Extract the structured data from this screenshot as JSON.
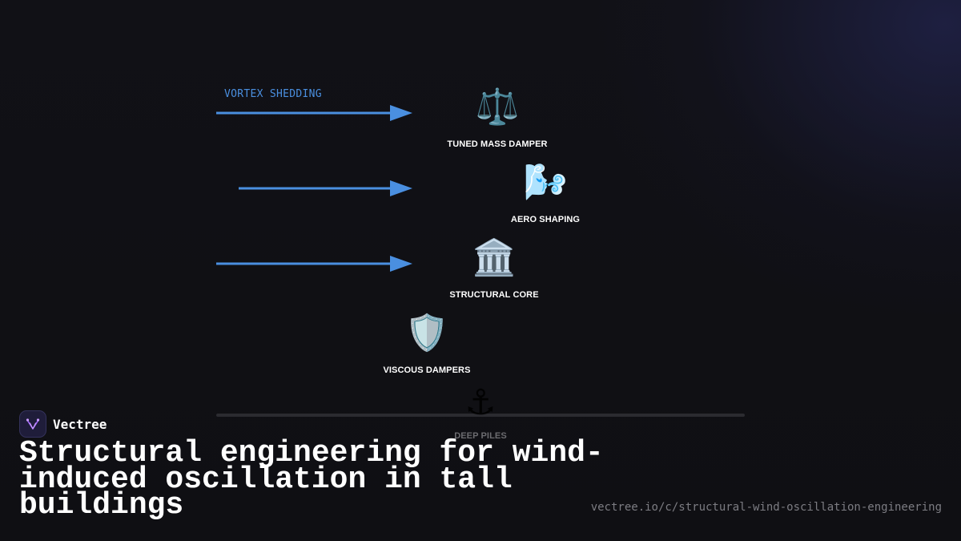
{
  "diagram": {
    "arrow_label": "VORTEX SHEDDING",
    "arrow_color": "#4a8fe0",
    "nodes": [
      {
        "label": "TUNED MASS DAMPER",
        "icon": "⚖️",
        "icon_name": "balance-scale-icon"
      },
      {
        "label": "AERO SHAPING",
        "icon": "🌬️",
        "icon_name": "wind-face-icon"
      },
      {
        "label": "STRUCTURAL CORE",
        "icon": "🏛️",
        "icon_name": "classical-building-icon"
      },
      {
        "label": "VISCOUS DAMPERS",
        "icon": "🛡️",
        "icon_name": "shield-icon"
      },
      {
        "label": "DEEP PILES",
        "icon": "⚓",
        "icon_name": "anchor-icon"
      }
    ]
  },
  "brand": {
    "name": "Vectree",
    "accent": "#a66bff"
  },
  "title": "Structural engineering for wind-induced oscillation in tall buildings",
  "url": "vectree.io/c/structural-wind-oscillation-engineering"
}
